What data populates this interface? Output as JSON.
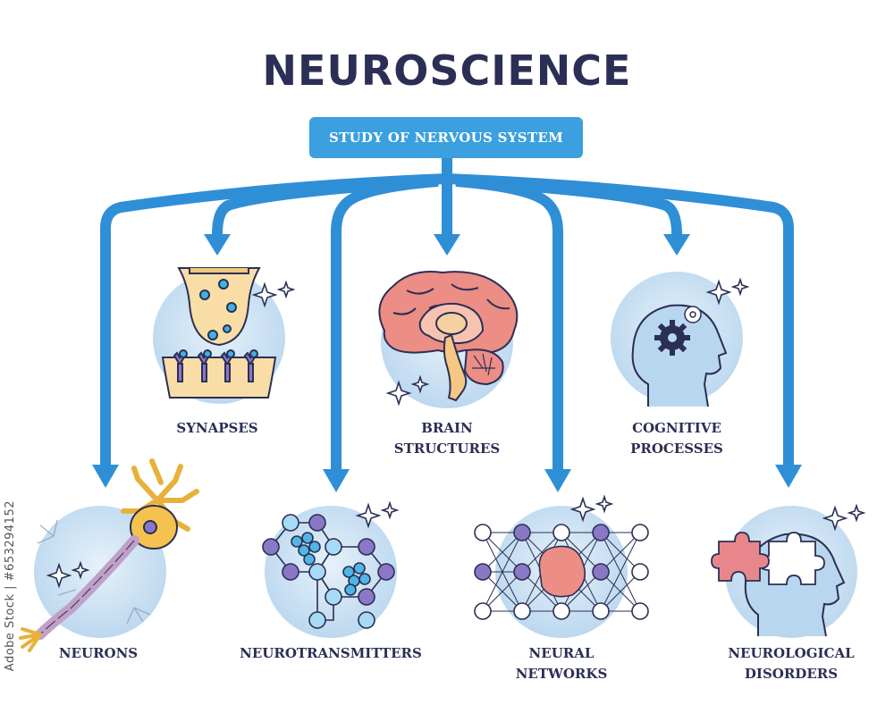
{
  "title": "NEUROSCIENCE",
  "root": "STUDY OF NERVOUS SYSTEM",
  "branches": [
    {
      "label": "SYNAPSES",
      "icon": "synapse-icon"
    },
    {
      "label": "BRAIN STRUCTURES",
      "icon": "brain-icon"
    },
    {
      "label": "COGNITIVE PROCESSES",
      "icon": "head-gears-icon"
    },
    {
      "label": "NEURONS",
      "icon": "neuron-icon"
    },
    {
      "label": "NEUROTRANSMITTERS",
      "icon": "molecules-icon"
    },
    {
      "label": "NEURAL NETWORKS",
      "icon": "network-icon"
    },
    {
      "label": "NEUROLOGICAL DISORDERS",
      "icon": "head-puzzle-icon"
    }
  ],
  "watermark": "Adobe Stock | #653294152",
  "colors": {
    "arrow": "#2f8fd6",
    "badge": "#3aa0df",
    "circle": "#cfe4f4",
    "title_text": "#2b2f55",
    "outline": "#2b2f55"
  }
}
